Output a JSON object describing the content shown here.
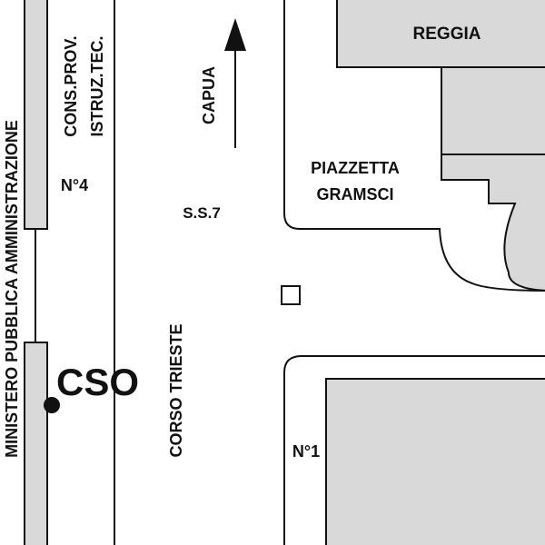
{
  "map": {
    "colors": {
      "building_fill": "#d9d9d9",
      "stroke": "#111111",
      "background": "#ffffff"
    },
    "labels": {
      "reggia": "REGGIA",
      "piazzetta_line1": "PIAZZETTA",
      "piazzetta_line2": "GRAMSCI",
      "capua": "CAPUA",
      "ss7": "S.S.7",
      "cons_prov_line1": "CONS.PROV.",
      "cons_prov_line2": "ISTRUZ.TEC.",
      "civic_n4": "N°4",
      "civic_n1": "N°1",
      "ministero": "MINISTERO PUBBLICA AMMINISTRAZIONE",
      "corso_trieste": "CORSO TRIESTE",
      "cso": "CSO"
    },
    "icons": {
      "direction_arrow": "arrow-up-icon",
      "location_marker": "dot-marker-icon",
      "small_square": "square-marker-icon"
    }
  }
}
